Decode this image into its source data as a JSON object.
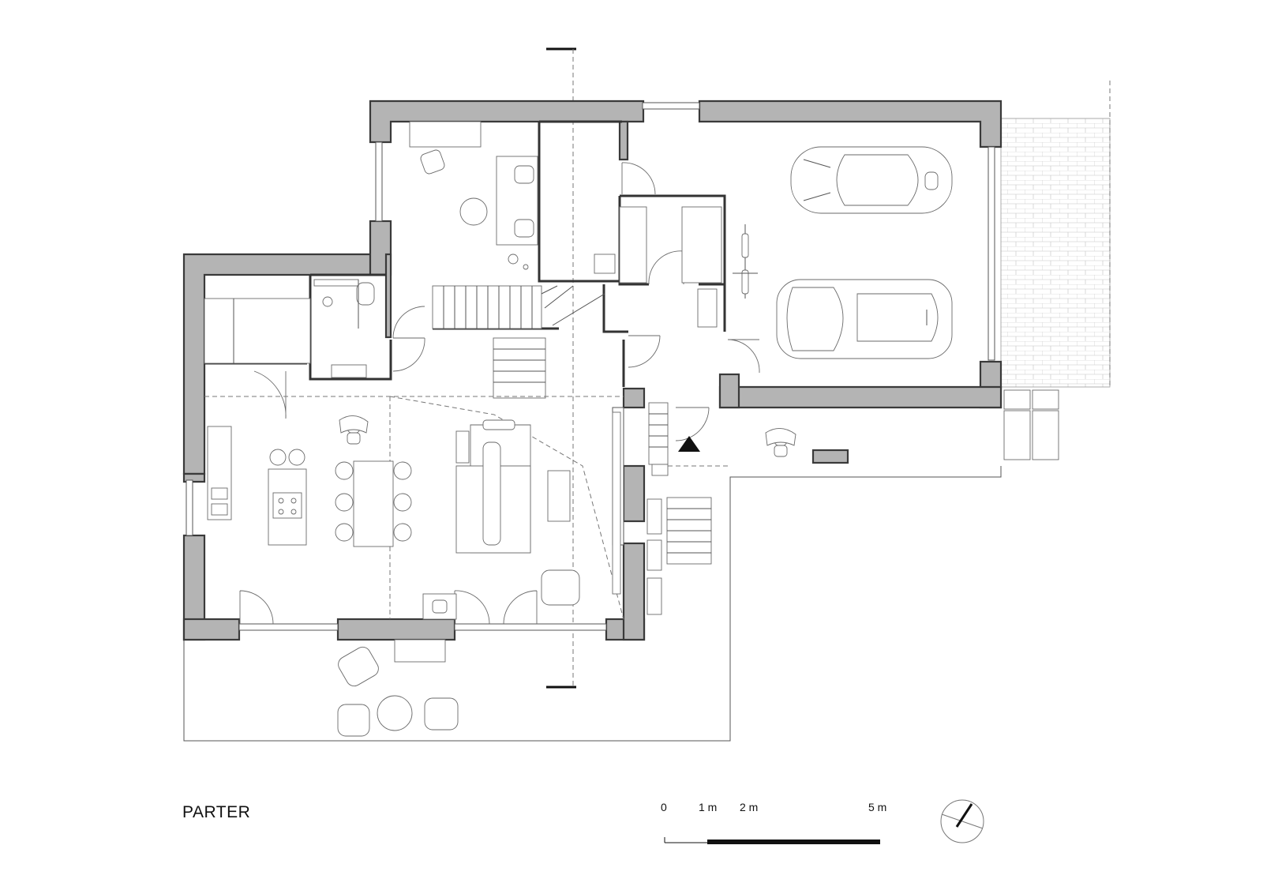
{
  "plan": {
    "title": "PARTER",
    "scale_bar": {
      "labels": [
        "0",
        "1 m",
        "2 m",
        "5 m"
      ]
    },
    "icons": [
      "north-arrow-icon",
      "entrance-triangle-icon",
      "car-icon",
      "bicycle-icon",
      "person-icon"
    ],
    "colors": {
      "wall_fill": "#b4b4b4",
      "line": "#555555",
      "background": "#ffffff"
    }
  }
}
